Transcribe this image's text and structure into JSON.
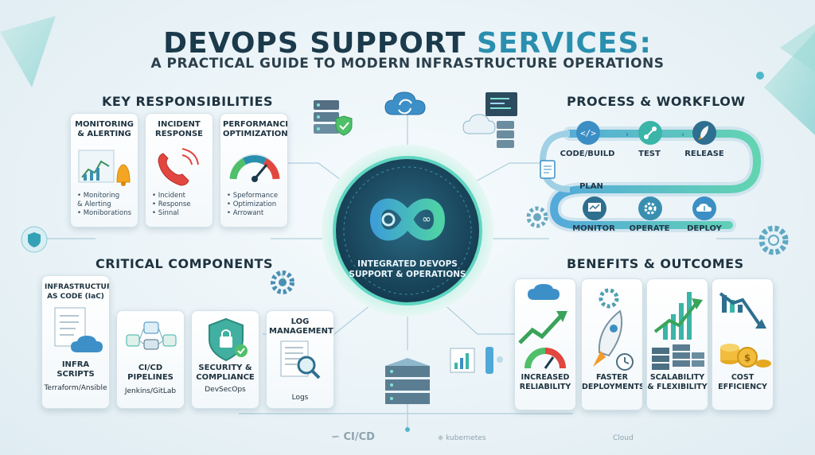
{
  "header": {
    "title_main": "DEVOPS SUPPORT ",
    "title_accent": "SERVICES:",
    "subtitle": "A PRACTICAL GUIDE TO MODERN INFRASTRUCTURE OPERATIONS"
  },
  "key_responsibilities": {
    "title": "KEY RESPONSIBILITIES",
    "cards": [
      {
        "title": "MONITORING & ALERTING",
        "bullets": [
          "• Monitoring",
          "& Alerting",
          "• Moniborations"
        ]
      },
      {
        "title": "INCIDENT RESPONSE",
        "bullets": [
          "• Incident",
          "• Response",
          "• Sinnal"
        ]
      },
      {
        "title": "PERFORMANCE OPTIMIZATION",
        "bullets": [
          "• Speformance",
          "• Optimization",
          "• Arrowant"
        ]
      }
    ]
  },
  "critical_components": {
    "title": "CRITICAL COMPONENTS",
    "cards": [
      {
        "title": "INFRASTRUCTURE AS CODE (IaC)",
        "name": "INFRA SCRIPTS",
        "foot": "Terraform/Ansible"
      },
      {
        "title": "",
        "name": "CI/CD PIPELINES",
        "foot": "Jenkins/GitLab"
      },
      {
        "title": "",
        "name": "SECURITY & COMPLIANCE",
        "foot": "DevSecOps"
      },
      {
        "title": "LOG MANAGEMENT",
        "name": "",
        "foot": "Logs"
      }
    ]
  },
  "center": {
    "label": "INTEGRATED DEVOPS SUPPORT & OPERATIONS"
  },
  "process_workflow": {
    "title": "PROCESS & WORKFLOW",
    "steps_top": [
      "CODE/BUILD",
      "TEST",
      "RELEASE"
    ],
    "plan": "PLAN",
    "steps_bottom": [
      "MONITOR",
      "OPERATE",
      "DEPLOY"
    ]
  },
  "benefits": {
    "title": "BENEFITS & OUTCOMES",
    "cards": [
      {
        "label": "INCREASED RELIABILITY"
      },
      {
        "label": "FASTER DEPLOYMENTS"
      },
      {
        "label": "SCALABILITY & FLEXIBILITY"
      },
      {
        "label": "COST EFFICIENCY"
      }
    ]
  },
  "footer": {
    "cicd": "CI/CD",
    "kubernetes": "kubernetes",
    "cloud": "Cloud"
  },
  "colors": {
    "accent": "#2a8fae",
    "teal": "#27b0a4",
    "navy": "#1b3a4b",
    "green": "#4fbf6a"
  }
}
